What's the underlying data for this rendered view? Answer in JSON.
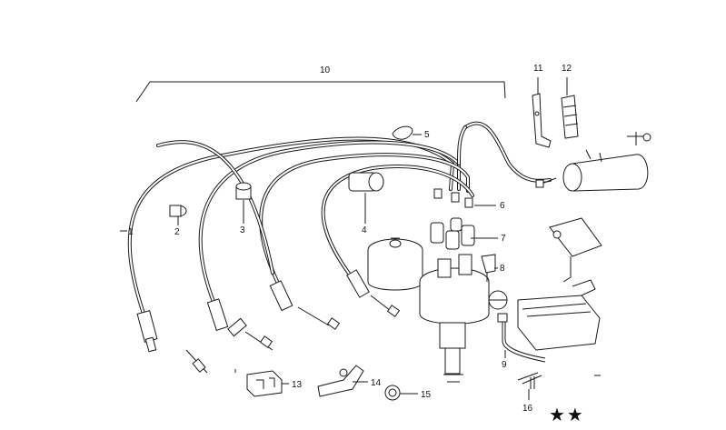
{
  "callouts": {
    "c1": "1",
    "c2": "2",
    "c3": "3",
    "c4": "4",
    "c5": "5",
    "c6": "6",
    "c7": "7",
    "c8": "8",
    "c9": "9",
    "c10": "10",
    "c11": "11",
    "c12": "12",
    "c13": "13",
    "c14": "14",
    "c15": "15",
    "c16": "16"
  },
  "footer_mark": "★★"
}
